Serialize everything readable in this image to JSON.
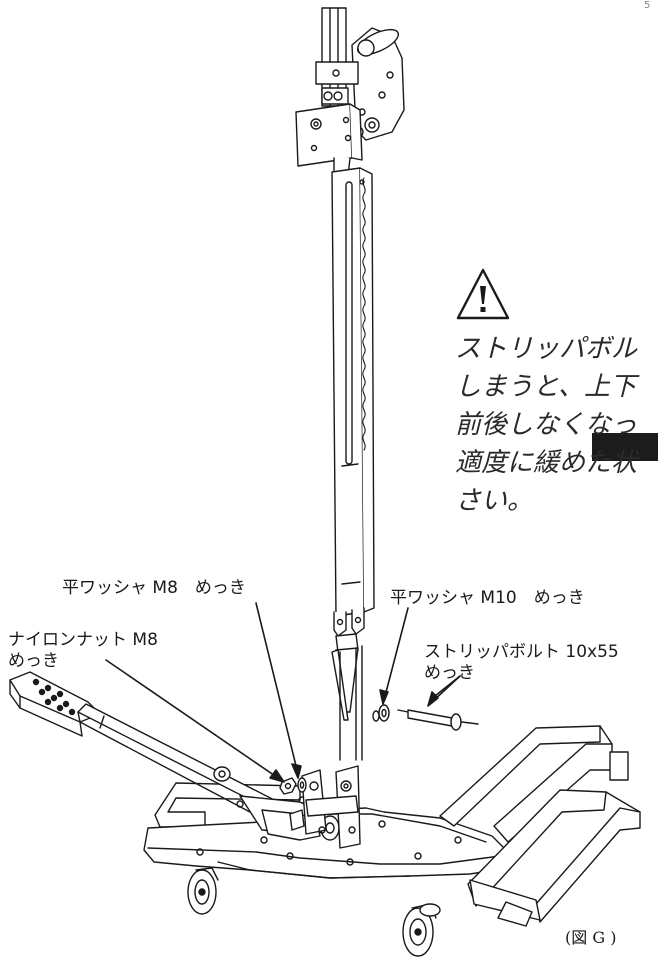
{
  "labels": {
    "flat_washer_m8": "平ワッシャ M8　めっき",
    "nylon_nut_m8_line1": "ナイロンナット M8",
    "nylon_nut_m8_line2": "めっき",
    "flat_washer_m10": "平ワッシャ M10　めっき",
    "strip_bolt_line1": "ストリッパボルト 10x55",
    "strip_bolt_line2": "めっき"
  },
  "warning": {
    "icon": "warning-triangle-icon",
    "lines": [
      "ストリッパボル",
      "しまうと、上下",
      "前後しなくなっ",
      "適度に緩めた状",
      "さい。"
    ]
  },
  "figure_caption": "(図 G )",
  "page_mark": "5"
}
